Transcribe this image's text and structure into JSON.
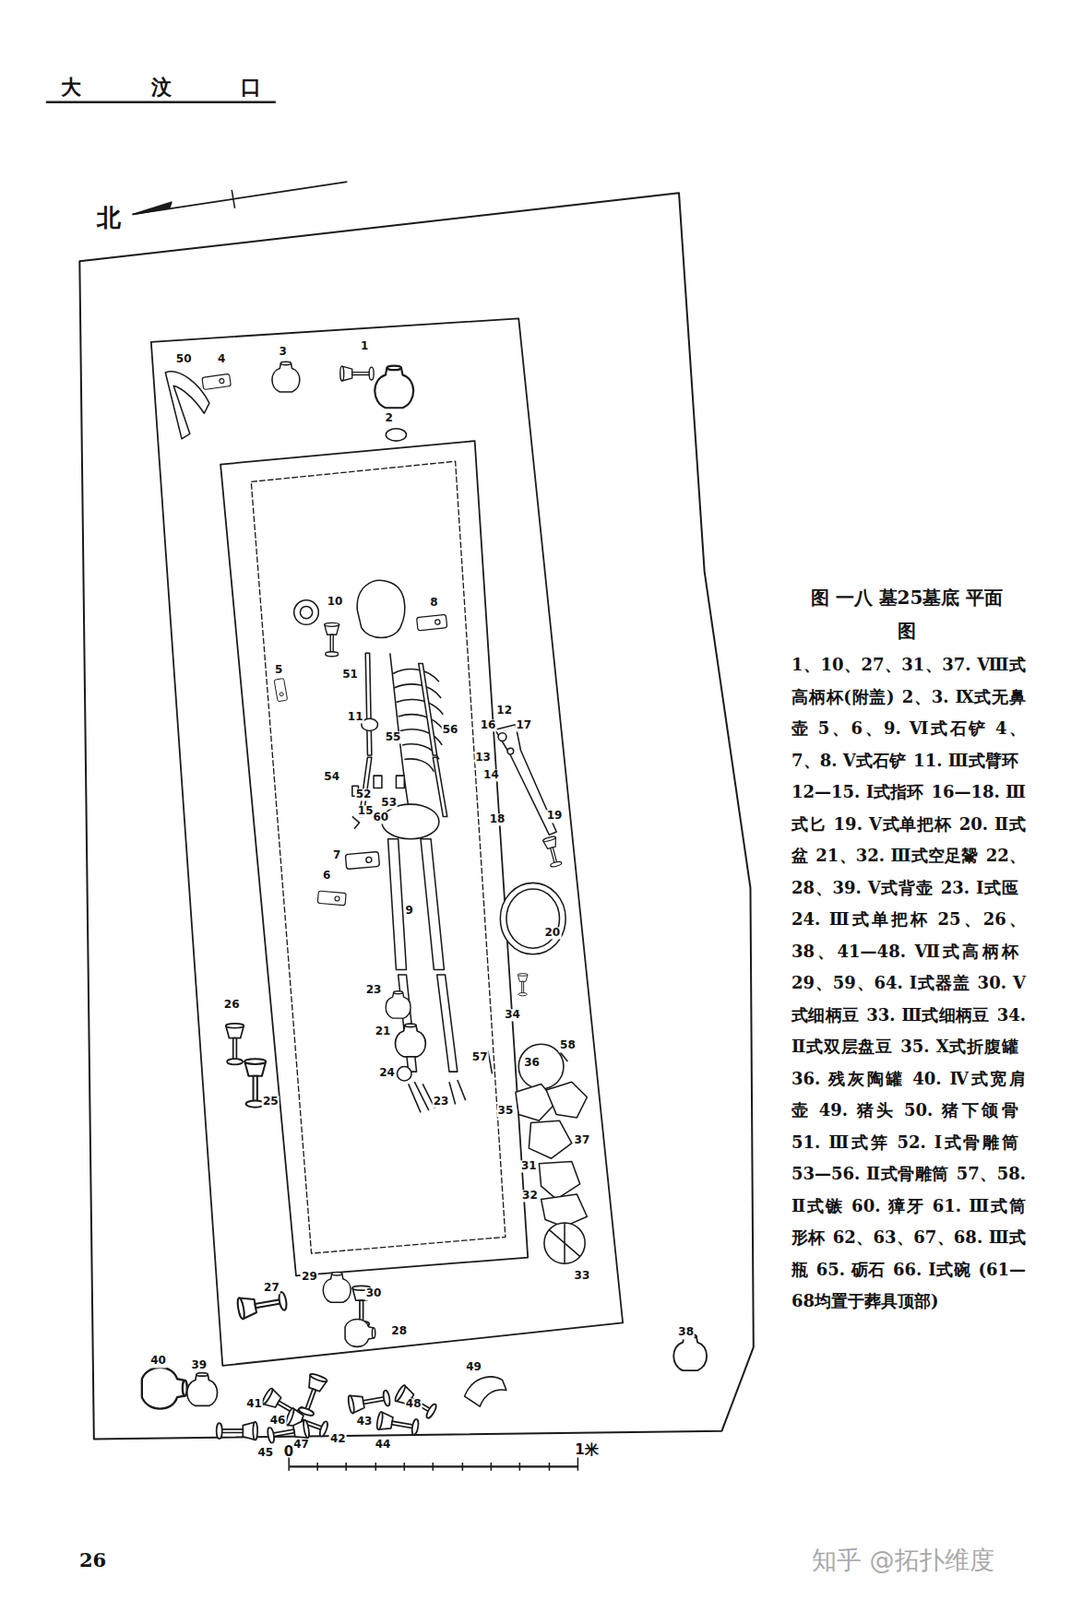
{
  "diagram": {
    "caption": "图 一八 墓25墓底 平面图",
    "labels": [
      "大 汶 口",
      "北",
      "50",
      "4",
      "3",
      "1",
      "2",
      "10",
      "8",
      "5",
      "51",
      "11",
      "12",
      "16",
      "17",
      "56",
      "55",
      "13",
      "14",
      "54",
      "52",
      "53",
      "15",
      "60",
      "18",
      "19",
      "7",
      "6",
      "9",
      "20",
      "23",
      "26",
      "34",
      "21",
      "58",
      "57",
      "36",
      "24",
      "25",
      "23",
      "35",
      "37",
      "31",
      "32",
      "33",
      "29",
      "27",
      "30",
      "28",
      "38",
      "40",
      "39",
      "49",
      "41",
      "48",
      "46",
      "43",
      "42",
      "47",
      "44",
      "45",
      "0",
      "1米",
      "26",
      "知乎 @拓扑维度",
      "1、10、27、31、37. Ⅷ式高柄杯(附盖)",
      "2、3. Ⅸ式无鼻壶",
      "5、6、9. Ⅵ式石铲",
      "4、7、8. Ⅴ式石铲",
      "11. Ⅲ式臂环",
      "12—15. Ⅰ式指环",
      "16—18. Ⅲ式匕",
      "19. Ⅴ式单把杯",
      "20. Ⅱ式盆",
      "21、32. Ⅲ式空足鬶",
      "22、28、39. Ⅴ式背壶",
      "23. Ⅰ式匜",
      "24. Ⅲ式单把杯",
      "25、26、38、41—48. Ⅶ式高柄杯",
      "29、59、64. Ⅰ式器盖",
      "30. Ⅴ式细柄豆",
      "33. Ⅲ式细柄豆",
      "34. Ⅱ式双层盘豆",
      "35. Ⅹ式折腹罐",
      "36. 残灰陶罐",
      "40. Ⅳ式宽肩壶",
      "49. 猪头",
      "50. 猪下颌骨",
      "51. Ⅲ式笄",
      "52. Ⅰ式骨雕筒",
      "53—56. Ⅱ式骨雕筒",
      "57、58. Ⅱ式镞",
      "60. 獐牙",
      "61. Ⅲ式筒形杯",
      "62、63、67、68. Ⅲ式瓶",
      "65. 砺石",
      "66. Ⅰ式碗",
      "(61—68均置于葬具顶部)"
    ]
  }
}
